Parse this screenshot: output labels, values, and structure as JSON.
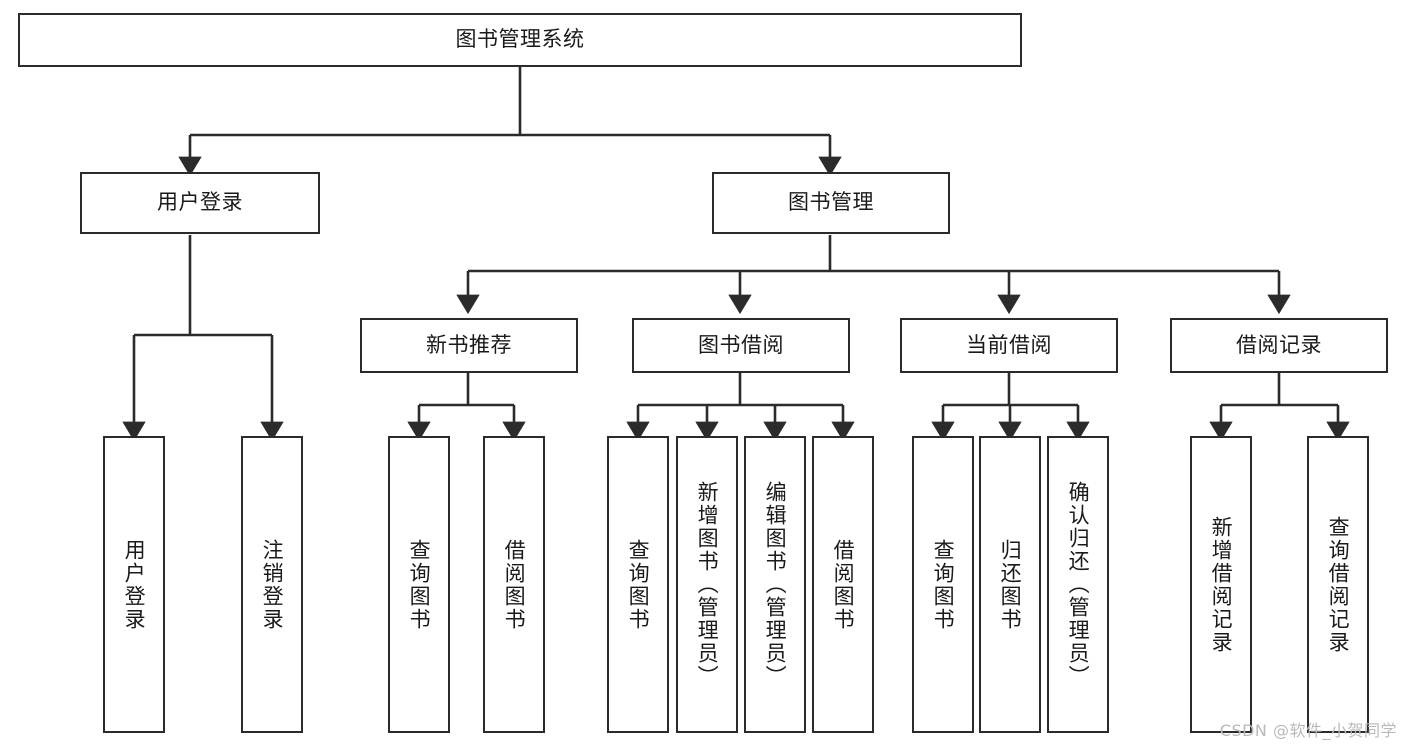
{
  "diagram": {
    "title": "图书管理系统",
    "type": "tree-hierarchy-chart",
    "orientation": "top-down",
    "colors": {
      "box_border": "#2b2b2b",
      "box_fill": "#ffffff",
      "edge": "#2b2b2b",
      "text": "#1a1a1a",
      "watermark": "#b9b9b9",
      "background": "#ffffff"
    },
    "root": {
      "id": "root",
      "label": "图书管理系统"
    },
    "level2": [
      {
        "id": "n-user-login",
        "label": "用户登录"
      },
      {
        "id": "n-book-manage",
        "label": "图书管理"
      }
    ],
    "level3": [
      {
        "id": "n-new-book-rec",
        "label": "新书推荐",
        "parent": "n-book-manage"
      },
      {
        "id": "n-book-borrow",
        "label": "图书借阅",
        "parent": "n-book-manage"
      },
      {
        "id": "n-current-borrow",
        "label": "当前借阅",
        "parent": "n-book-manage"
      },
      {
        "id": "n-borrow-record",
        "label": "借阅记录",
        "parent": "n-book-manage"
      }
    ],
    "leaves": {
      "user_login": [
        {
          "id": "leaf-user-login",
          "label": "用户登录"
        },
        {
          "id": "leaf-logout",
          "label": "注销登录"
        }
      ],
      "new_book_rec": [
        {
          "id": "leaf-query-book-1",
          "label": "查询图书"
        },
        {
          "id": "leaf-borrow-book-1",
          "label": "借阅图书"
        }
      ],
      "book_borrow": [
        {
          "id": "leaf-query-book-2",
          "label": "查询图书"
        },
        {
          "id": "leaf-add-book",
          "label": "新增图书（管理员）"
        },
        {
          "id": "leaf-edit-book",
          "label": "编辑图书（管理员）"
        },
        {
          "id": "leaf-borrow-book-2",
          "label": "借阅图书"
        }
      ],
      "current_borrow": [
        {
          "id": "leaf-query-book-3",
          "label": "查询图书"
        },
        {
          "id": "leaf-return-book",
          "label": "归还图书"
        },
        {
          "id": "leaf-confirm-return",
          "label": "确认归还（管理员）"
        }
      ],
      "borrow_record": [
        {
          "id": "leaf-add-record",
          "label": "新增借阅记录"
        },
        {
          "id": "leaf-query-record",
          "label": "查询借阅记录"
        }
      ]
    }
  },
  "watermark": {
    "text": "CSDN @软件_小贺同学"
  }
}
